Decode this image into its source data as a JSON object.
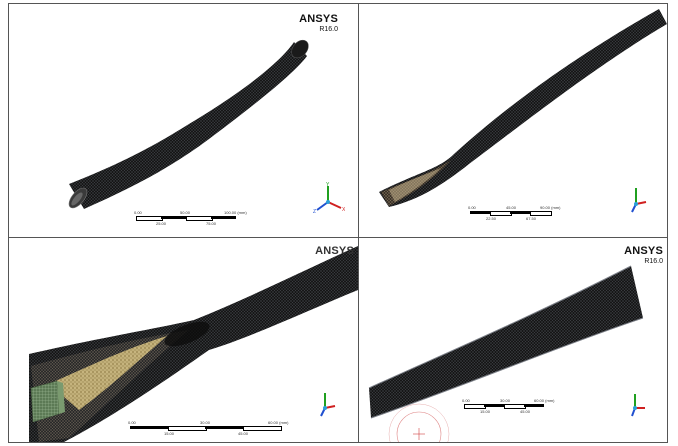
{
  "panels": [
    {
      "id": "top-left",
      "logo": {
        "brand": "ANSYS",
        "version": "R16.0"
      },
      "scale": {
        "top": [
          "0.00",
          "50.00",
          "100.00 (mm)"
        ],
        "bottom": [
          "25.00",
          "75.00"
        ]
      }
    },
    {
      "id": "top-right",
      "scale": {
        "top": [
          "0.00",
          "45.00",
          "90.00 (mm)"
        ],
        "bottom": [
          "22.50",
          "67.50"
        ]
      }
    },
    {
      "id": "bottom-left",
      "logo": {
        "brand": "ANSYS"
      },
      "scale": {
        "top": [
          "0.00",
          "30.00",
          "60.00 (mm)"
        ],
        "bottom": [
          "15.00",
          "45.00"
        ]
      }
    },
    {
      "id": "bottom-right",
      "logo": {
        "brand": "ANSYS",
        "version": "R16.0"
      },
      "scale": {
        "top": [
          "0.00",
          "30.00",
          "60.00 (mm)"
        ],
        "bottom": [
          "15.00",
          "45.00"
        ]
      }
    }
  ],
  "triad_axes": {
    "x": "X",
    "y": "Y",
    "z": "Z"
  },
  "colors": {
    "mesh_dark": "#141414",
    "mesh_lines": "#5a5e66",
    "inner_mesh": "#b8a88a",
    "core_mesh": "#c8b37a",
    "inlet_green": "#6d8a62",
    "axis_x": "#d02020",
    "axis_y": "#20a020",
    "axis_z": "#2050d0"
  }
}
